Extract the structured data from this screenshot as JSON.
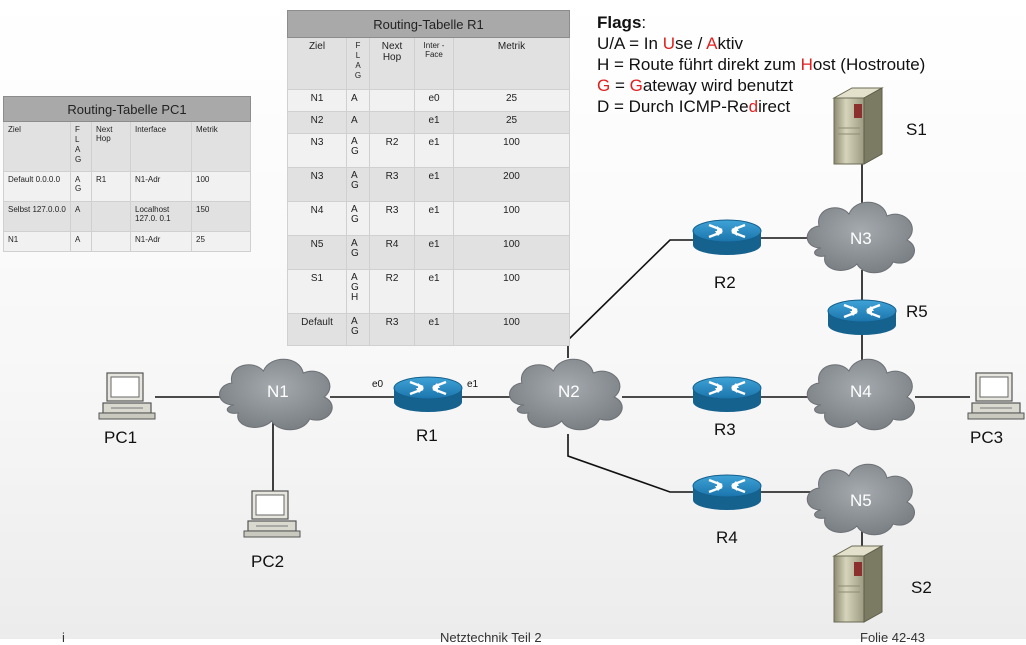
{
  "pc1_table": {
    "title": "Routing-Tabelle PC1",
    "headers": [
      "Ziel",
      "F L A G",
      "Next Hop",
      "Interface",
      "Metrik"
    ],
    "rows": [
      {
        "ziel": "Default 0.0.0.0",
        "flag": "A G",
        "hop": "R1",
        "iface": "N1-Adr",
        "metrik": "100"
      },
      {
        "ziel": "Selbst 127.0.0.0",
        "flag": "A",
        "hop": "",
        "iface": "Localhost 127.0. 0.1",
        "metrik": "150"
      },
      {
        "ziel": "N1",
        "flag": "A",
        "hop": "",
        "iface": "N1-Adr",
        "metrik": "25"
      }
    ]
  },
  "r1_table": {
    "title": "Routing-Tabelle R1",
    "headers": [
      "Ziel",
      "F L A G",
      "Next Hop",
      "Inter - Face",
      "Metrik"
    ],
    "rows": [
      {
        "ziel": "N1",
        "flag": "A",
        "hop": "",
        "iface": "e0",
        "metrik": "25"
      },
      {
        "ziel": "N2",
        "flag": "A",
        "hop": "",
        "iface": "e1",
        "metrik": "25"
      },
      {
        "ziel": "N3",
        "flag": "A G",
        "hop": "R2",
        "iface": "e1",
        "metrik": "100"
      },
      {
        "ziel": "N3",
        "flag": "A G",
        "hop": "R3",
        "iface": "e1",
        "metrik": "200"
      },
      {
        "ziel": "N4",
        "flag": "A G",
        "hop": "R3",
        "iface": "e1",
        "metrik": "100"
      },
      {
        "ziel": "N5",
        "flag": "A G",
        "hop": "R4",
        "iface": "e1",
        "metrik": "100"
      },
      {
        "ziel": "S1",
        "flag": "A G H",
        "hop": "R2",
        "iface": "e1",
        "metrik": "100"
      },
      {
        "ziel": "Default",
        "flag": "A G",
        "hop": "R3",
        "iface": "e1",
        "metrik": "100"
      }
    ]
  },
  "flags": {
    "heading": "Flags",
    "lines": [
      [
        {
          "t": "U/A = In "
        },
        {
          "t": "U",
          "hl": true
        },
        {
          "t": "se / "
        },
        {
          "t": "A",
          "hl": true
        },
        {
          "t": "ktiv"
        }
      ],
      [
        {
          "t": "H = Route führt direkt zum "
        },
        {
          "t": "H",
          "hl": true
        },
        {
          "t": "ost (Hostroute)"
        }
      ],
      [
        {
          "t": "G",
          "hl": true
        },
        {
          "t": " = "
        },
        {
          "t": "G",
          "hl": true
        },
        {
          "t": "ateway wird benutzt"
        }
      ],
      [
        {
          "t": "D = Durch ICMP-Re"
        },
        {
          "t": "d",
          "hl": true
        },
        {
          "t": "irect"
        }
      ]
    ]
  },
  "nodes": {
    "pc1": "PC1",
    "pc2": "PC2",
    "pc3": "PC3",
    "r1": "R1",
    "r2": "R2",
    "r3": "R3",
    "r4": "R4",
    "r5": "R5",
    "n1": "N1",
    "n2": "N2",
    "n3": "N3",
    "n4": "N4",
    "n5": "N5",
    "s1": "S1",
    "s2": "S2",
    "e0": "e0",
    "e1": "e1"
  },
  "footer": {
    "left": "i",
    "center": "Netztechnik Teil 2",
    "right": "Folie 42-43"
  },
  "colors": {
    "cloud": "#8f9499",
    "router": "#1c7fb8",
    "server": "#b9b79a",
    "table_header": "#a9a9a9",
    "flag_highlight": "#e02020"
  }
}
